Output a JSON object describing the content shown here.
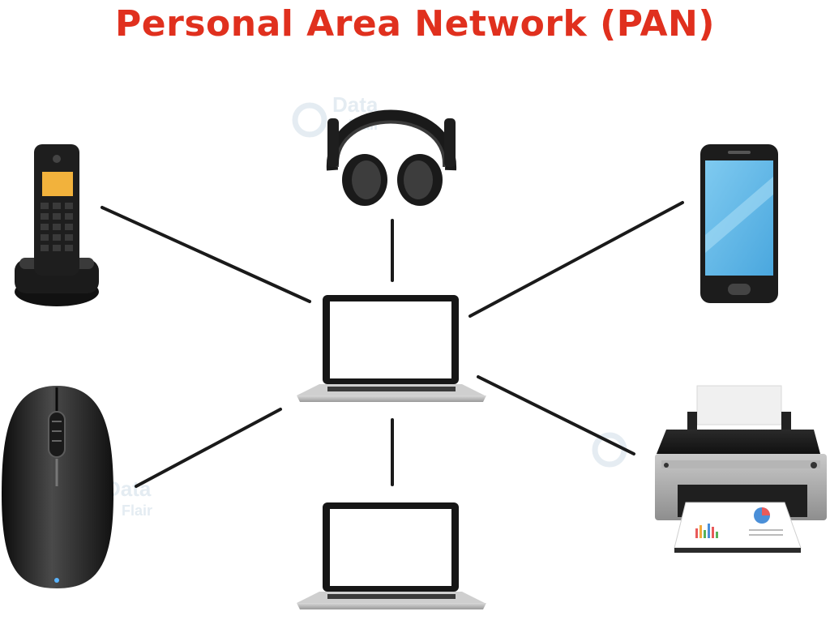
{
  "title": "Personal Area Network (PAN)",
  "watermark": {
    "line1": "Data",
    "line2": "Flair"
  },
  "colors": {
    "title": "#e0301e",
    "link": "#1a1a1a",
    "watermark": "#cfdde8",
    "device_dark": "#1d1d1d",
    "screen_blue": "#5bb7ea",
    "handset_display": "#f2b23c"
  },
  "devices": [
    {
      "name": "laptop",
      "role": "hub"
    },
    {
      "name": "cordless phone",
      "role": "peripheral"
    },
    {
      "name": "headphones",
      "role": "peripheral"
    },
    {
      "name": "smartphone",
      "role": "peripheral"
    },
    {
      "name": "computer mouse",
      "role": "peripheral"
    },
    {
      "name": "printer",
      "role": "peripheral"
    },
    {
      "name": "laptop",
      "role": "peripheral"
    }
  ]
}
